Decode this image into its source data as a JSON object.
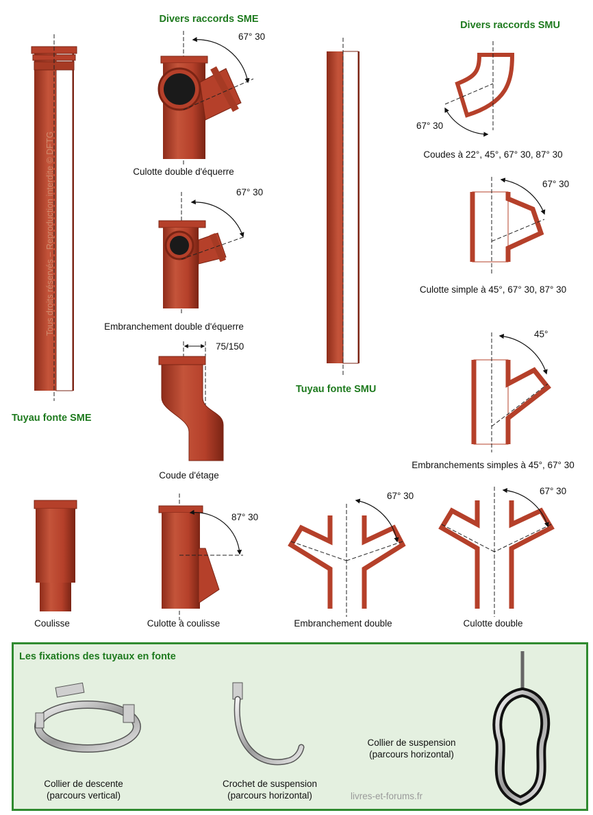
{
  "titles": {
    "sme_fittings": "Divers raccords SME",
    "smu_fittings": "Divers raccords SMU",
    "sme_pipe": "Tuyau fonte SME",
    "smu_pipe": "Tuyau fonte SMU",
    "fixations": "Les fixations des tuyaux en fonte"
  },
  "watermark_vertical": "Tous droits réservés – Reproduction interdite © DFTG",
  "watermark_site": "livres-et-forums.fr",
  "fittings": {
    "culotte_double_equerre": {
      "label": "Culotte double d'équerre",
      "angle": "67° 30"
    },
    "embranchement_double_equerre": {
      "label": "Embranchement double d'équerre",
      "angle": "67° 30"
    },
    "coude_etage": {
      "label": "Coude d'étage",
      "offset": "75/150"
    },
    "coulisse": {
      "label": "Coulisse"
    },
    "culotte_coulisse": {
      "label": "Culotte à coulisse",
      "angle": "87° 30"
    },
    "embranchement_double": {
      "label": "Embranchement double",
      "angle": "67° 30"
    },
    "culotte_double": {
      "label": "Culotte double",
      "angle": "67° 30"
    },
    "coudes": {
      "label": "Coudes à 22°, 45°, 67° 30, 87° 30",
      "angle": "67° 30"
    },
    "culotte_simple": {
      "label": "Culotte simple à 45°, 67° 30, 87° 30",
      "angle": "67° 30"
    },
    "embranchements_simples": {
      "label": "Embranchements simples à 45°, 67° 30",
      "angle": "45°"
    }
  },
  "fixations": {
    "collier_descente": {
      "line1": "Collier de descente",
      "line2": "(parcours vertical)"
    },
    "crochet_suspension": {
      "line1": "Crochet de suspension",
      "line2": "(parcours horizontal)"
    },
    "collier_suspension": {
      "line1": "Collier de suspension",
      "line2": "(parcours horizontal)"
    }
  },
  "colors": {
    "cast_iron": "#b5402a",
    "cast_iron_dark": "#7a2414",
    "title_green": "#1e7a1e",
    "panel_bg": "#e4f0e0",
    "panel_border": "#2f8a2f"
  }
}
